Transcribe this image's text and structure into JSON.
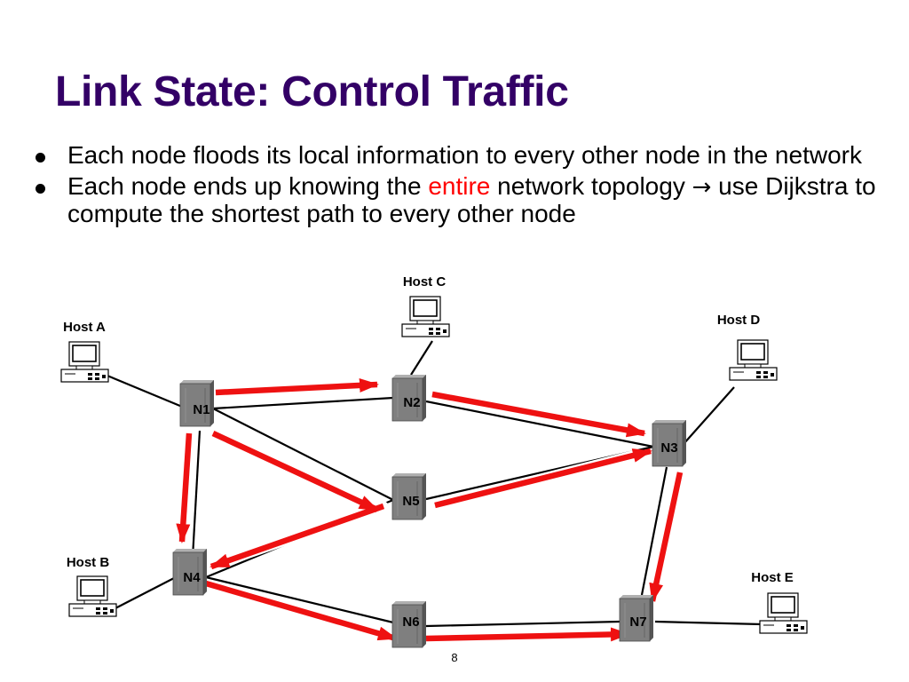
{
  "title": "Link State: Control Traffic",
  "bullets": [
    {
      "text": "Each node floods its local information to every other node in the network"
    },
    {
      "text_before": "Each node ends up knowing the ",
      "highlight": "entire",
      "text_after": " network topology ",
      "arrow": "→",
      "text_end": " use Dijkstra to compute the shortest path to every other node"
    }
  ],
  "colors": {
    "title": "#330066",
    "highlight": "#ff0000",
    "flood_arrow": "#ee1111",
    "router": "#7f7f7f"
  },
  "diagram": {
    "hosts": [
      "Host A",
      "Host B",
      "Host C",
      "Host D",
      "Host E"
    ],
    "nodes": [
      "N1",
      "N2",
      "N3",
      "N4",
      "N5",
      "N6",
      "N7"
    ],
    "host_icon": "computer-icon",
    "node_icon": "router-icon"
  },
  "slide_number": "8"
}
